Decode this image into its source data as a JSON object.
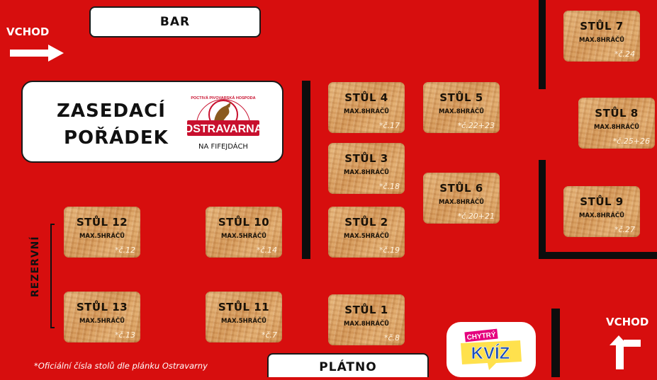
{
  "labels": {
    "bar": "BAR",
    "platno": "PLÁTNO"
  },
  "title": {
    "line1": "ZASEDACÍ",
    "line2": "POŘÁDEK"
  },
  "logo": {
    "brand": "OSTRAVARNA",
    "arc": "POCTIVÁ PIVOVARSKÁ HOSPODA",
    "sub": "NA FIFEJDÁCH"
  },
  "entrances": {
    "left": "VCHOD",
    "right": "VCHOD"
  },
  "reserved": "REZERVNÍ",
  "footnote": "*Oficiální čísla stolů dle plánku Ostravarny",
  "kviz": {
    "top": "CHYTRÝ",
    "main": "KVÍZ"
  },
  "colors": {
    "background": "#d70e0e",
    "wall": "#0d0d0d",
    "wood": "#d9a066"
  },
  "tables": [
    {
      "name": "STŮL 1",
      "capacity": "MAX.8HRÁČŮ",
      "official": "*č.8"
    },
    {
      "name": "STŮL 2",
      "capacity": "MAX.5HRÁČŮ",
      "official": "*č.19"
    },
    {
      "name": "STŮL 3",
      "capacity": "MAX.8HRÁČŮ",
      "official": "*č.18"
    },
    {
      "name": "STŮL 4",
      "capacity": "MAX.8HRÁČŮ",
      "official": "*č.17"
    },
    {
      "name": "STŮL 5",
      "capacity": "MAX.8HRÁČŮ",
      "official": "*č.22+23"
    },
    {
      "name": "STŮL 6",
      "capacity": "MAX.8HRÁČŮ",
      "official": "*č.20+21"
    },
    {
      "name": "STŮL 7",
      "capacity": "MAX.8HRÁČŮ",
      "official": "*č.24"
    },
    {
      "name": "STŮL 8",
      "capacity": "MAX.8HRÁČŮ",
      "official": "*č.25+26"
    },
    {
      "name": "STŮL 9",
      "capacity": "MAX.8HRÁČŮ",
      "official": "*č.27"
    },
    {
      "name": "STŮL 10",
      "capacity": "MAX.5HRÁČŮ",
      "official": "*č.14"
    },
    {
      "name": "STŮL 11",
      "capacity": "MAX.5HRÁČŮ",
      "official": "*č.7"
    },
    {
      "name": "STŮL 12",
      "capacity": "MAX.5HRÁČŮ",
      "official": "*č.12"
    },
    {
      "name": "STŮL 13",
      "capacity": "MAX.5HRÁČŮ",
      "official": "*č.13"
    }
  ]
}
